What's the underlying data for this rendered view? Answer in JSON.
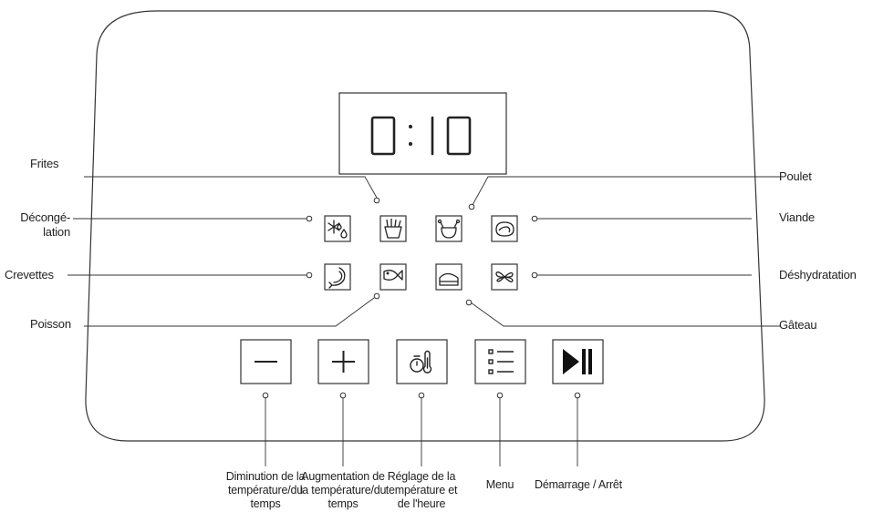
{
  "display": {
    "time": "0:10"
  },
  "presets": {
    "frites": "Frites",
    "poulet": "Poulet",
    "decongelation_1": "Décongé-",
    "decongelation_2": "lation",
    "viande": "Viande",
    "crevettes": "Crevettes",
    "deshydratation": "Déshydratation",
    "poisson": "Poisson",
    "gateau": "Gâteau"
  },
  "controls": {
    "minus_1": "Diminution de la",
    "minus_2": "température/du",
    "minus_3": "temps",
    "plus_1": "Augmentation de",
    "plus_2": "la température/du",
    "plus_3": "temps",
    "settings_1": "Réglage de la",
    "settings_2": "température et",
    "settings_3": "de l'heure",
    "menu": "Menu",
    "start": "Démarrage / Arrêt"
  },
  "icons": {
    "defrost": "snowflake-drop-icon",
    "fries": "fries-icon",
    "chicken": "chicken-leg-icon",
    "meat": "steak-icon",
    "shrimp": "shrimp-icon",
    "fish": "fish-icon",
    "cake": "cake-slice-icon",
    "dehydrate": "fan-icon",
    "minus": "minus-icon",
    "plus": "plus-icon",
    "settings": "timer-thermometer-icon",
    "menu": "menu-list-icon",
    "start": "play-pause-icon"
  }
}
